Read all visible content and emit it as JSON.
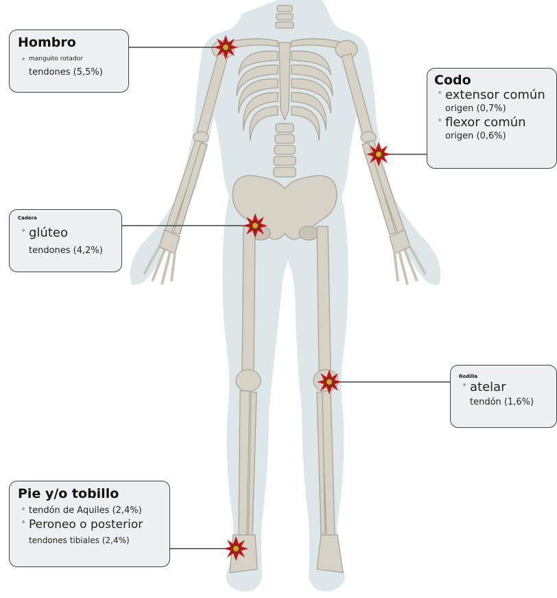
{
  "colors": {
    "silhouette": "#dde6e9",
    "bone": "#d6d3c6",
    "bone_stroke": "#a7a395",
    "starburst_outer": "#c4161c",
    "starburst_inner": "#8b2a10",
    "starburst_core": "#d9a92b"
  },
  "callouts": {
    "shoulder": {
      "title": "Hombro",
      "items": [
        {
          "main": "manguito rotador",
          "sub": "tendones (5,5%)"
        }
      ]
    },
    "elbow": {
      "title": "Codo",
      "items": [
        {
          "main": "extensor común",
          "sub": "origen (0,7%)"
        },
        {
          "main": "flexor común",
          "sub": "origen (0,6%)"
        }
      ]
    },
    "hip": {
      "title": "Cadera",
      "items": [
        {
          "main": "glúteo",
          "sub": "tendones (4,2%)"
        }
      ]
    },
    "knee": {
      "title": "Rodilla",
      "items": [
        {
          "main": "atelar",
          "sub": "tendón (1,6%)"
        }
      ]
    },
    "foot": {
      "title": "Pie y/o tobillo",
      "items": [
        {
          "main": "tendón de Aquiles (2,4%)"
        },
        {
          "main": "Peroneo o posterior",
          "sub": "tendones tibiales (2,4%)"
        }
      ]
    }
  }
}
